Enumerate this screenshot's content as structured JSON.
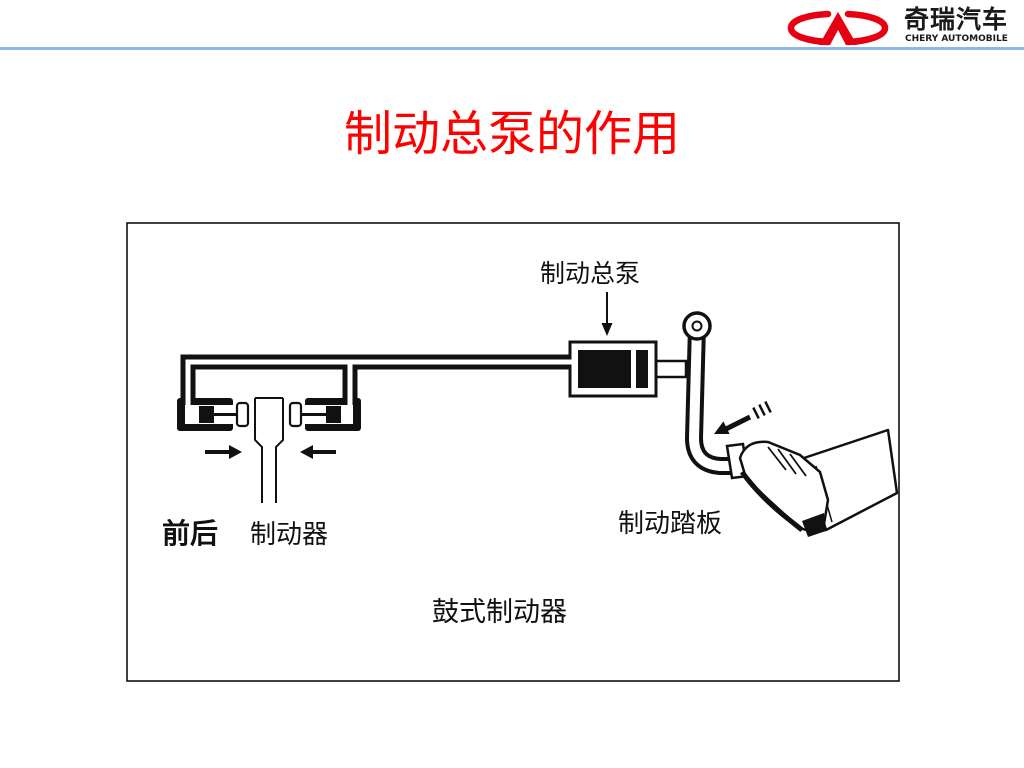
{
  "header": {
    "logo": {
      "icon": "chery-emblem-icon",
      "name_cn": "奇瑞汽车",
      "name_en": "CHERY AUTOMOBILE",
      "color": "#e60012"
    },
    "rule_color": "#8db8e8"
  },
  "slide": {
    "title": "制动总泵的作用",
    "title_color": "#ff0000"
  },
  "diagram": {
    "labels": {
      "master_cylinder": "制动总泵",
      "brake_pedal": "制动踏板",
      "front_rear": "前后",
      "brakes": "制动器",
      "drum_brake": "鼓式制动器"
    }
  }
}
